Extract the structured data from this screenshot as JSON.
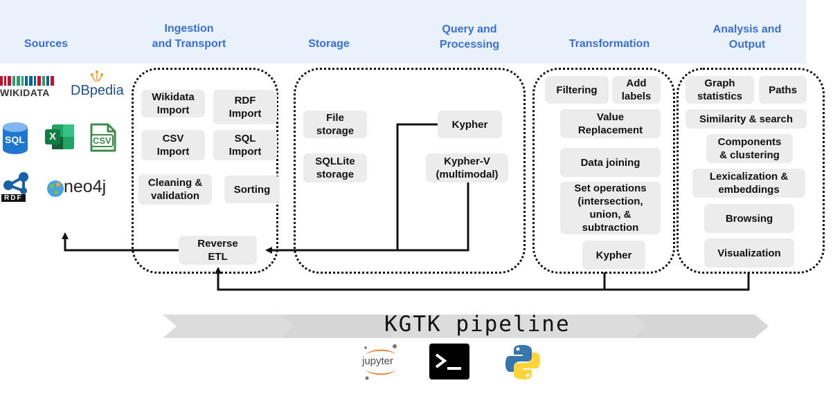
{
  "headers": {
    "sources": "Sources",
    "ingestion": "Ingestion\nand Transport",
    "storage": "Storage",
    "query": "Query and\nProcessing",
    "transformation": "Transformation",
    "analysis": "Analysis and\nOutput"
  },
  "sources": {
    "wikidata": "WIKIDATA",
    "dbpedia": "DBpedia",
    "sql": "SQL",
    "excel": "X",
    "csv": "CSV",
    "rdf": "RDF",
    "neo4j": "neo4j"
  },
  "ingestion": {
    "wikidata_import": "Wikidata\nImport",
    "rdf_import": "RDF\nImport",
    "csv_import": "CSV\nImport",
    "sql_import": "SQL\nImport",
    "cleaning": "Cleaning &\nvalidation",
    "sorting": "Sorting",
    "reverse_etl": "Reverse\nETL"
  },
  "storage": {
    "file_storage": "File\nstorage",
    "sqllite_storage": "SQLLite\nstorage"
  },
  "query": {
    "kypher": "Kypher",
    "kypher_v": "Kypher-V\n(multimodal)"
  },
  "transformation": {
    "filtering": "Filtering",
    "add_labels": "Add\nlabels",
    "value_replacement": "Value\nReplacement",
    "data_joining": "Data joining",
    "set_operations": "Set operations\n(intersection,\nunion, &\nsubtraction",
    "kypher": "Kypher"
  },
  "analysis": {
    "graph_statistics": "Graph\nstatistics",
    "paths": "Paths",
    "similarity": "Similarity & search",
    "components": "Components\n& clustering",
    "lexicalization": "Lexicalization &\nembeddings",
    "browsing": "Browsing",
    "visualization": "Visualization"
  },
  "pipeline": {
    "label": "KGTK pipeline",
    "jupyter": "jupyter"
  },
  "colors": {
    "header_text": "#3b6fd6",
    "header_band": "#e9f1fb",
    "box_fill": "#ececec",
    "chevron": "#d9d9d9"
  },
  "icons": [
    "wikidata-logo",
    "dbpedia-logo",
    "sql-database-icon",
    "excel-icon",
    "csv-file-icon",
    "rdf-icon",
    "neo4j-logo",
    "jupyter-logo",
    "terminal-icon",
    "python-logo"
  ]
}
